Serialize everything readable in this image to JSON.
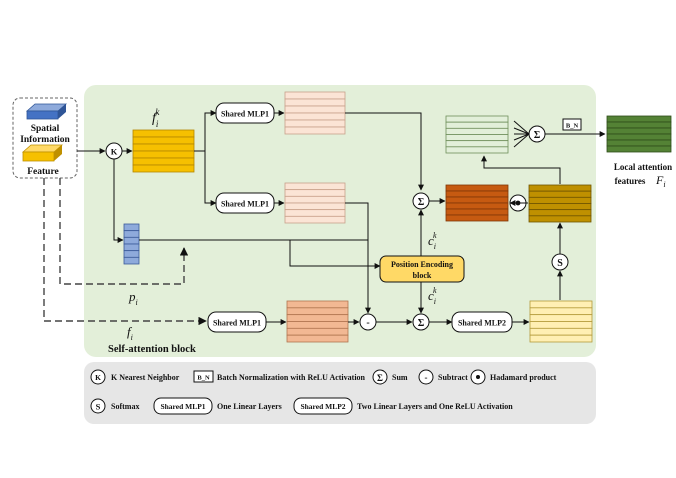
{
  "inputs": {
    "spatial_line1": "Spatial",
    "spatial_line2": "Information",
    "feature": "Feature"
  },
  "knn_symbol": "K",
  "sum_symbol": "Σ",
  "subtract_symbol": "-",
  "hadamard_symbol": "•",
  "softmax_symbol": "S",
  "bn_label": "B_N",
  "shared_mlp1": "Shared MLP1",
  "shared_mlp2": "Shared MLP2",
  "position_encoding_line1": "Position  Encoding",
  "position_encoding_line2": "block",
  "var_f": "f",
  "var_f_sub": "i",
  "var_f_sup": "k",
  "var_c": "c",
  "var_c_sub": "i",
  "var_c_sup": "k",
  "var_p": "p",
  "var_p_sub": "i",
  "block_label": "Self-attention   block",
  "output_line1": "Local attention",
  "output_line2": "features",
  "output_var": "F",
  "output_var_sub": "i",
  "legend": {
    "knn": "K Nearest Neighbor",
    "bn": "Batch Normalization with  ReLU Activation",
    "sum": "Sum",
    "subtract": "Subtract",
    "hadamard": "Hadamard product",
    "softmax": "Softmax",
    "mlp1": "One Linear Layers",
    "mlp2": "Two Linear Layers and One ReLU Activation"
  },
  "colors": {
    "block_bg": "#e3efd9",
    "legend_bg": "#e6e6e6",
    "orange": "#f6c000",
    "pink": "#fbe4d5",
    "salmon": "#f2b893",
    "rust": "#c65a11",
    "olive": "#bf9000",
    "light_yellow": "#ffefb3",
    "light_green": "#e2efd9",
    "dark_green": "#548235",
    "blue": "#8eaadb",
    "pe_block": "#ffd966"
  }
}
